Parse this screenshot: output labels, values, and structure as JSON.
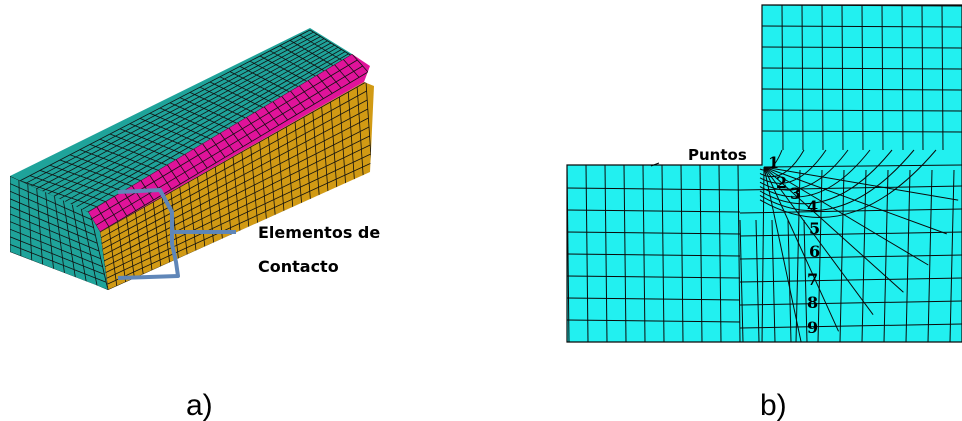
{
  "panel_a": {
    "caption": "a)",
    "annotation_line1": "Elementos de",
    "annotation_line2": "Contacto",
    "colors": {
      "top_face": "#1fa39a",
      "contact_band": "#e0139a",
      "side_face": "#d19a14",
      "grid_line": "#111111",
      "bracket": "#5f86b8"
    }
  },
  "panel_b": {
    "caption": "b)",
    "points_label": "Puntos",
    "point_numbers": [
      "1",
      "2",
      "3",
      "4",
      "5",
      "6",
      "7",
      "8",
      "9"
    ],
    "colors": {
      "mesh_fill": "#22f0f0",
      "grid_line": "#0a0a0a"
    }
  }
}
